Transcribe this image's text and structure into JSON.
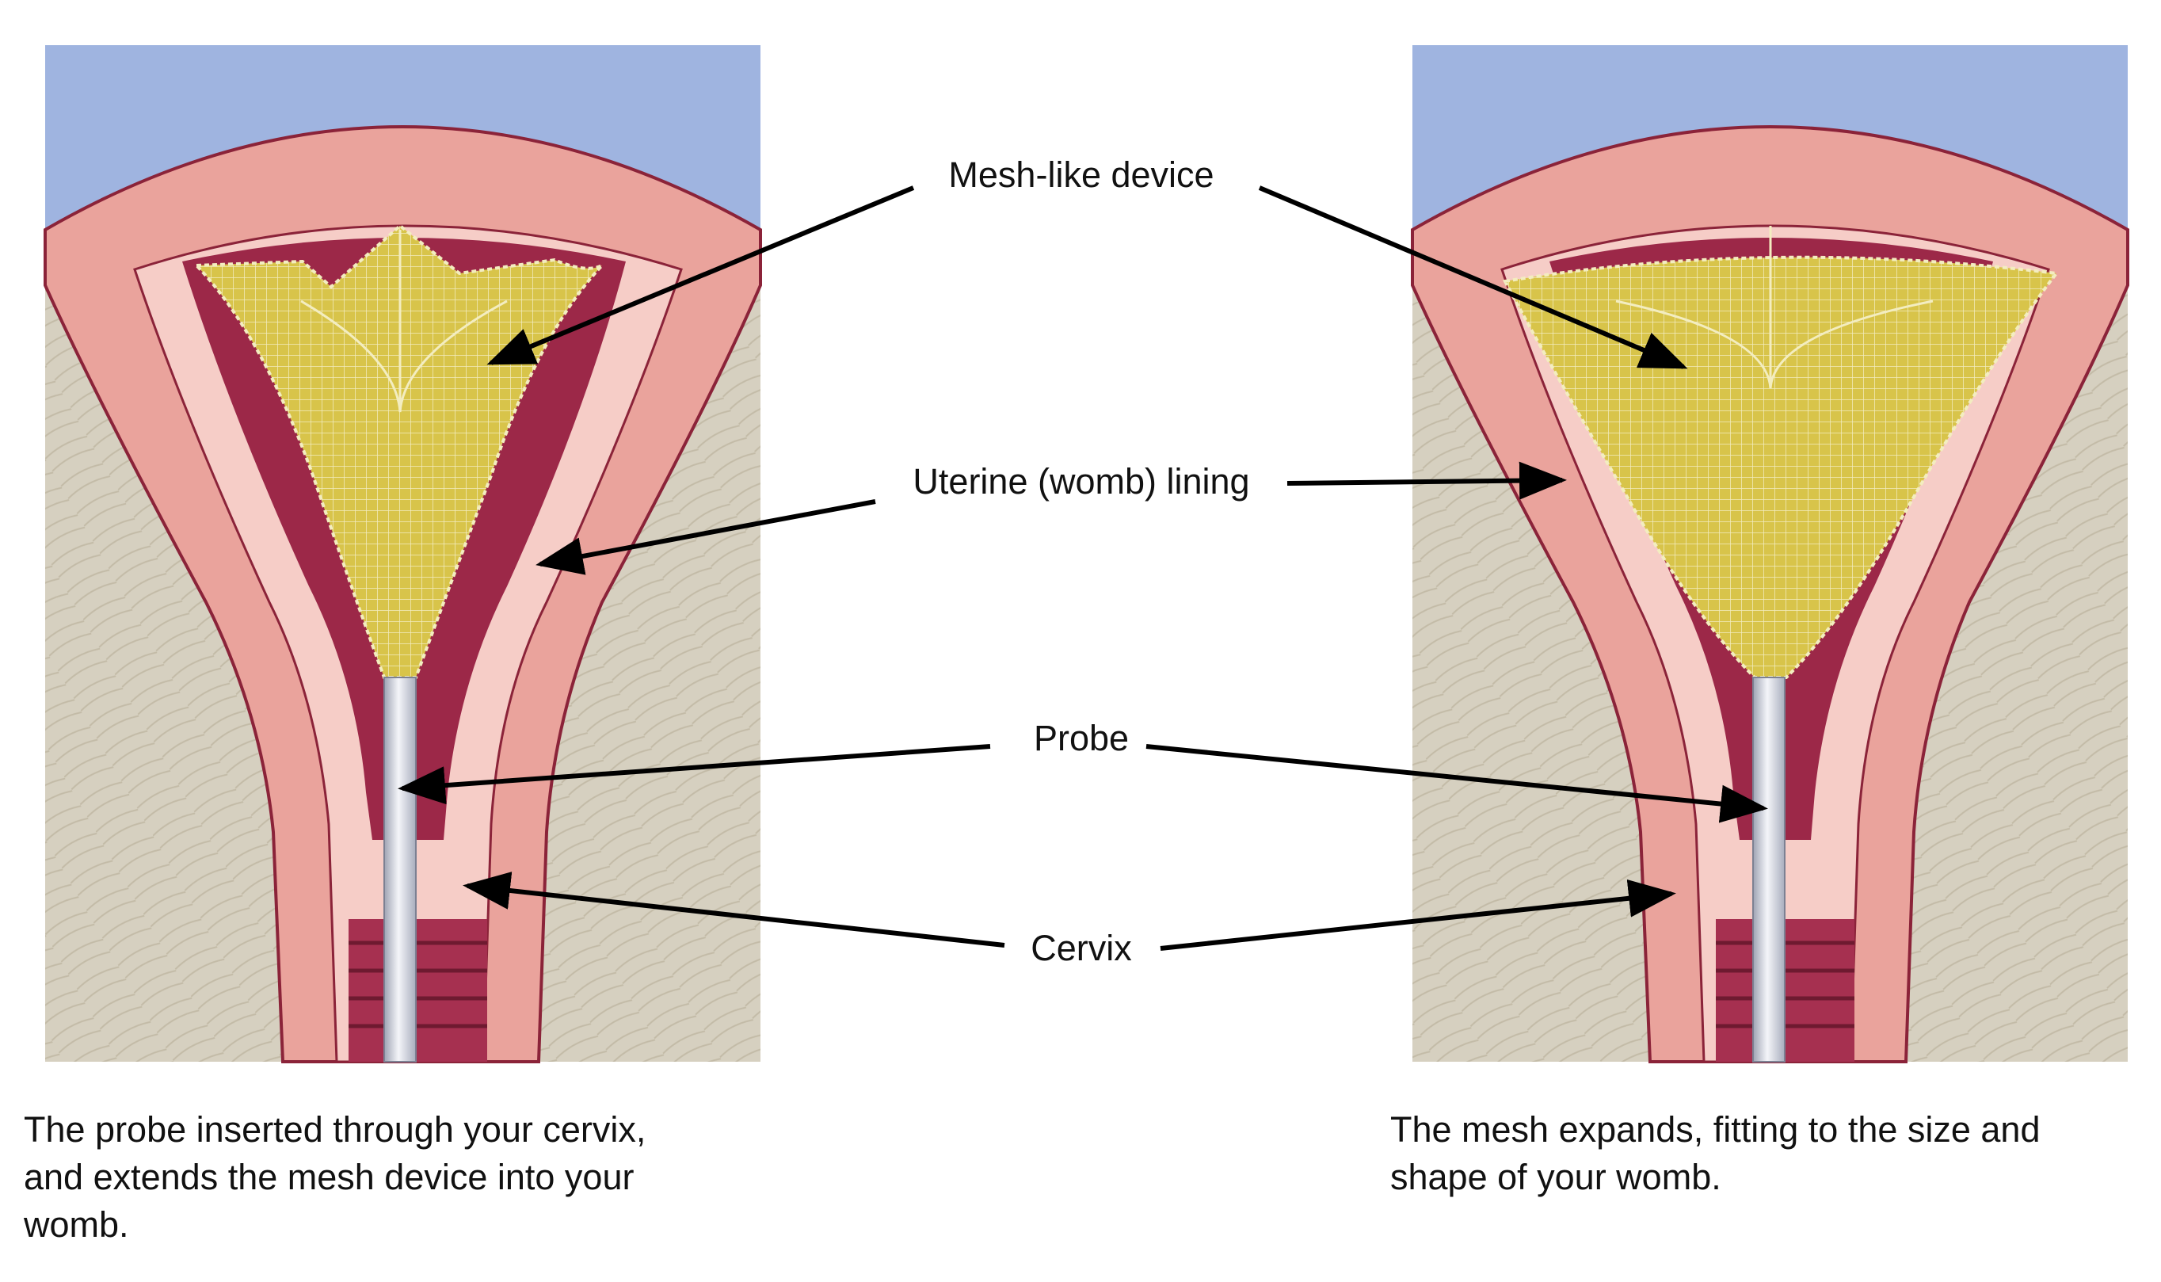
{
  "labels": {
    "mesh_device": "Mesh-like device",
    "uterine_lining": "Uterine (womb) lining",
    "probe": "Probe",
    "cervix": "Cervix"
  },
  "captions": {
    "left": [
      "The probe inserted through your cervix,",
      "and extends the mesh device into your",
      "womb."
    ],
    "right": [
      "The mesh expands, fitting to the size and",
      "shape of your womb."
    ]
  },
  "colors": {
    "sky": "#9fb4e0",
    "tissue_background": "#d6d0c0",
    "uterine_wall": "#eaa39c",
    "lining": "#f6cdc7",
    "cavity": "#9c2848",
    "mesh": "#d8c44a",
    "probe": "#d9dce6",
    "arrow": "#000000",
    "text": "#111111"
  }
}
